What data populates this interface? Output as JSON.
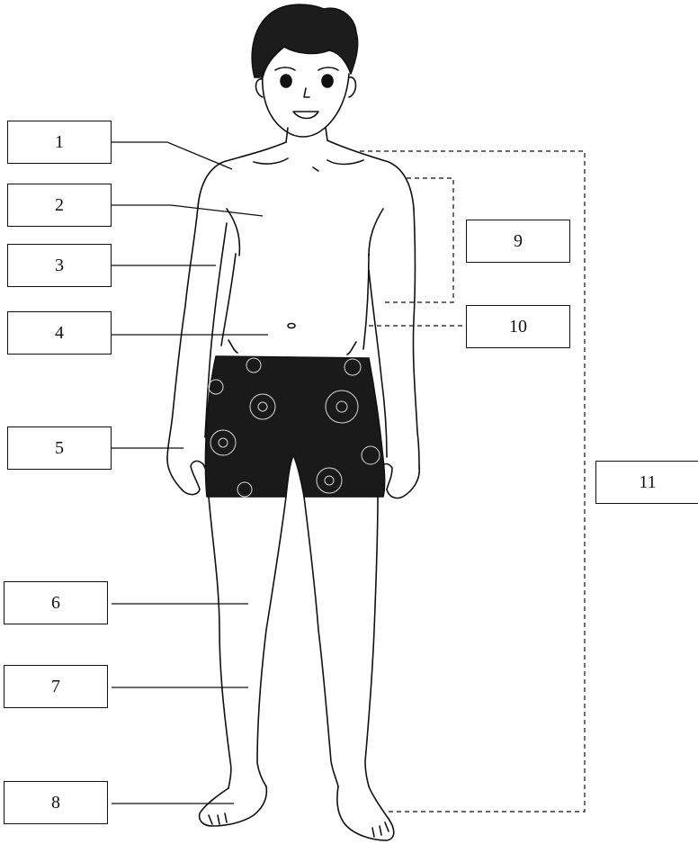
{
  "labels": [
    "1",
    "2",
    "3",
    "4",
    "5",
    "6",
    "7",
    "8",
    "9",
    "10",
    "11"
  ],
  "colors": {
    "ink": "#111111",
    "shorts": "#1a1a1a",
    "hibiscus": "#d8d8d8"
  }
}
